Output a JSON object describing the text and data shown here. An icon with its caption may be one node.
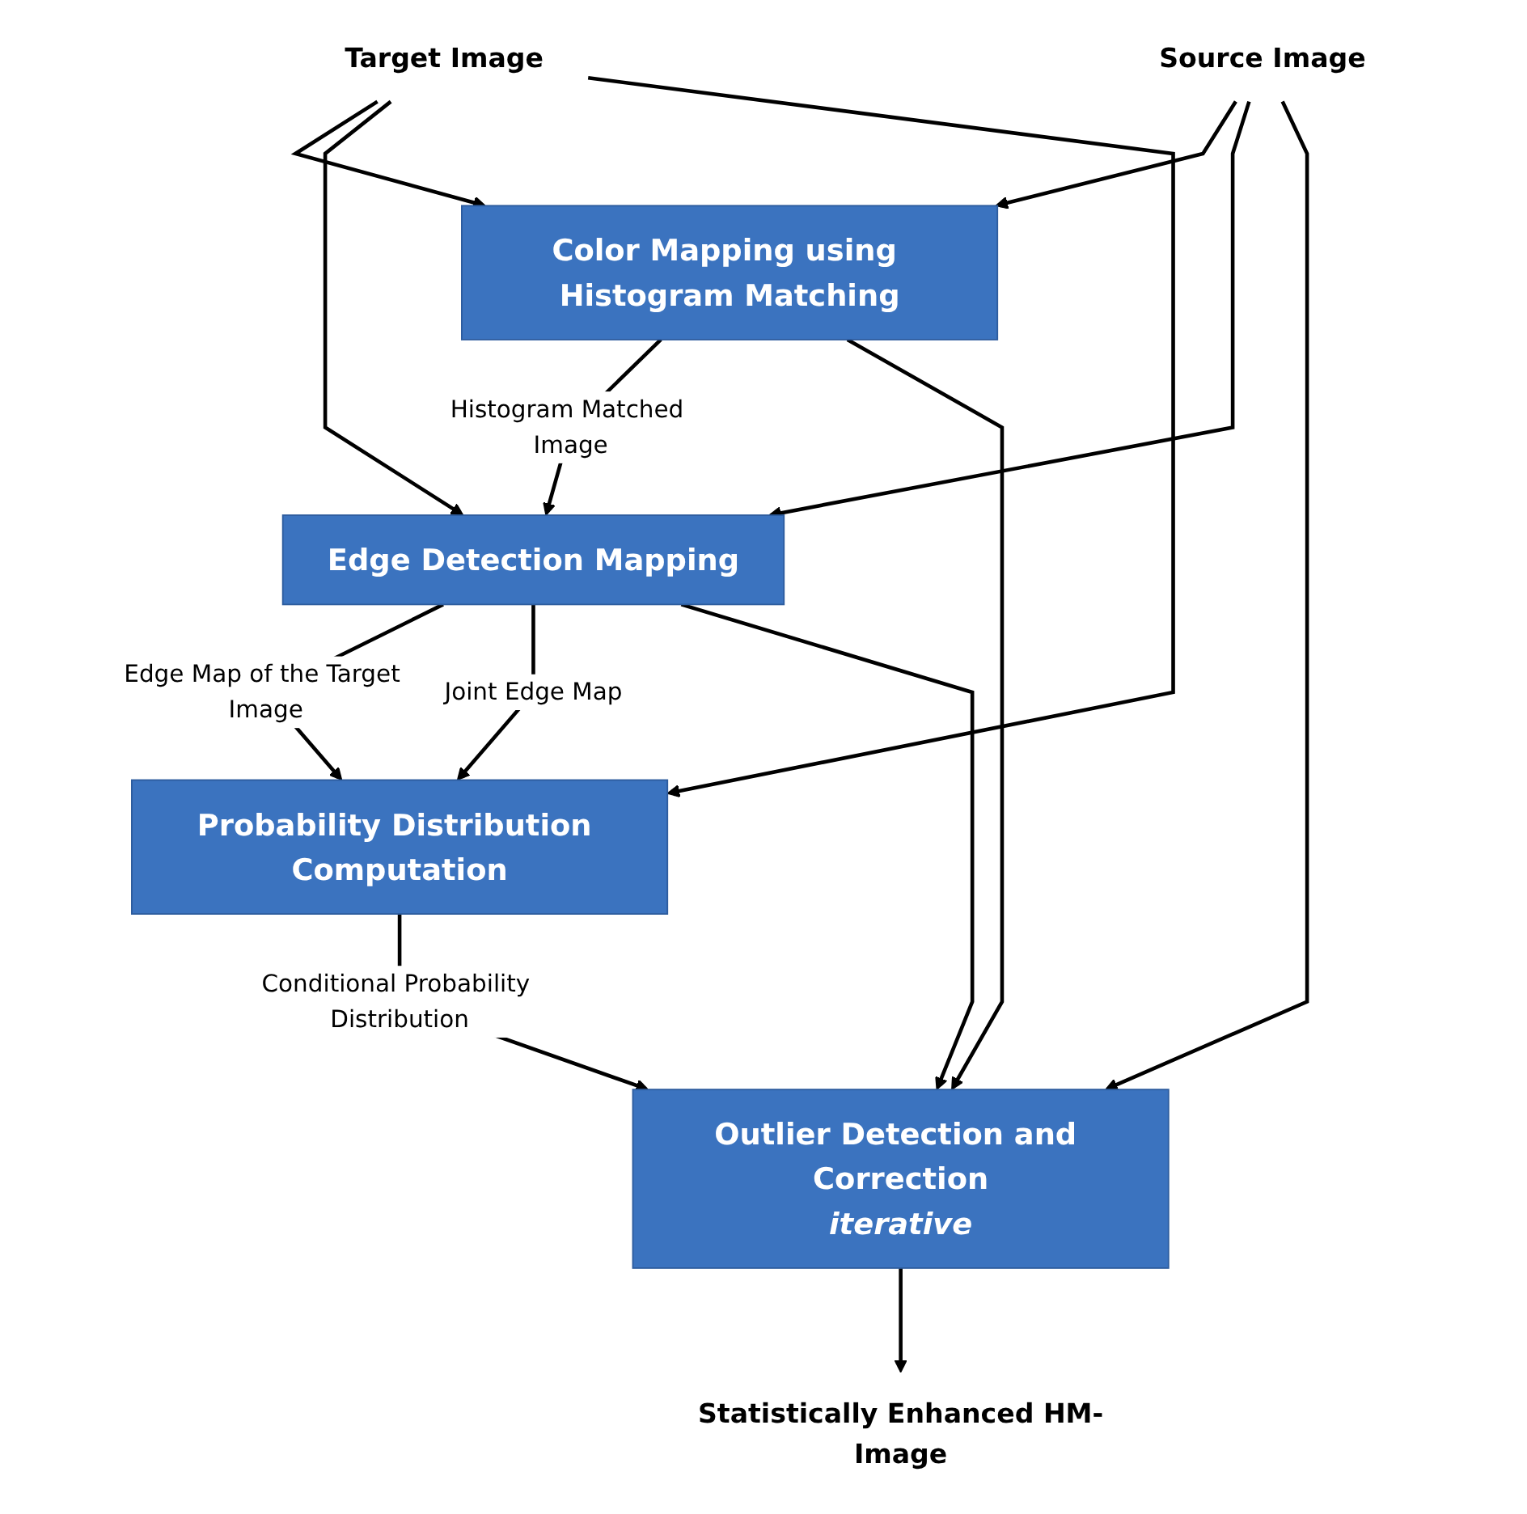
{
  "diagram": {
    "nodes": [
      {
        "text": [
          "Target Image"
        ]
      },
      {
        "text": [
          "Source Image"
        ]
      },
      {
        "text": [
          "Color Mapping using Histogram Matching"
        ]
      },
      {
        "text": [
          "Edge Detection Mapping"
        ]
      },
      {
        "text": [
          "Probability Distribution Computation"
        ]
      },
      {
        "text": [
          "Outlier Detection and Correction",
          "iterative"
        ]
      },
      {
        "text": [
          "Statistically Enhanced HM-Image"
        ]
      }
    ],
    "edges": [
      {
        "from": 0,
        "to": 2,
        "arrow": "to"
      },
      {
        "from": 0,
        "to": 3,
        "arrow": "to"
      },
      {
        "from": 0,
        "to": 4,
        "arrow": "to"
      },
      {
        "from": 1,
        "to": 2,
        "arrow": "to"
      },
      {
        "from": 1,
        "to": 3,
        "arrow": "to"
      },
      {
        "from": 1,
        "to": 5,
        "arrow": "to"
      },
      {
        "from": 2,
        "to": 3,
        "arrow": "to",
        "label": "Histogram Matched Image"
      },
      {
        "from": 2,
        "to": 5,
        "arrow": "to"
      },
      {
        "from": 3,
        "to": 4,
        "arrow": "to",
        "label": "Edge Map of the Target Image"
      },
      {
        "from": 3,
        "to": 4,
        "arrow": "to",
        "label": "Joint Edge Map"
      },
      {
        "from": 3,
        "to": 5,
        "arrow": "to"
      },
      {
        "from": 4,
        "to": 5,
        "arrow": "to",
        "label": "Conditional Probability Distribution"
      },
      {
        "from": 5,
        "to": 6,
        "arrow": "to"
      }
    ]
  }
}
